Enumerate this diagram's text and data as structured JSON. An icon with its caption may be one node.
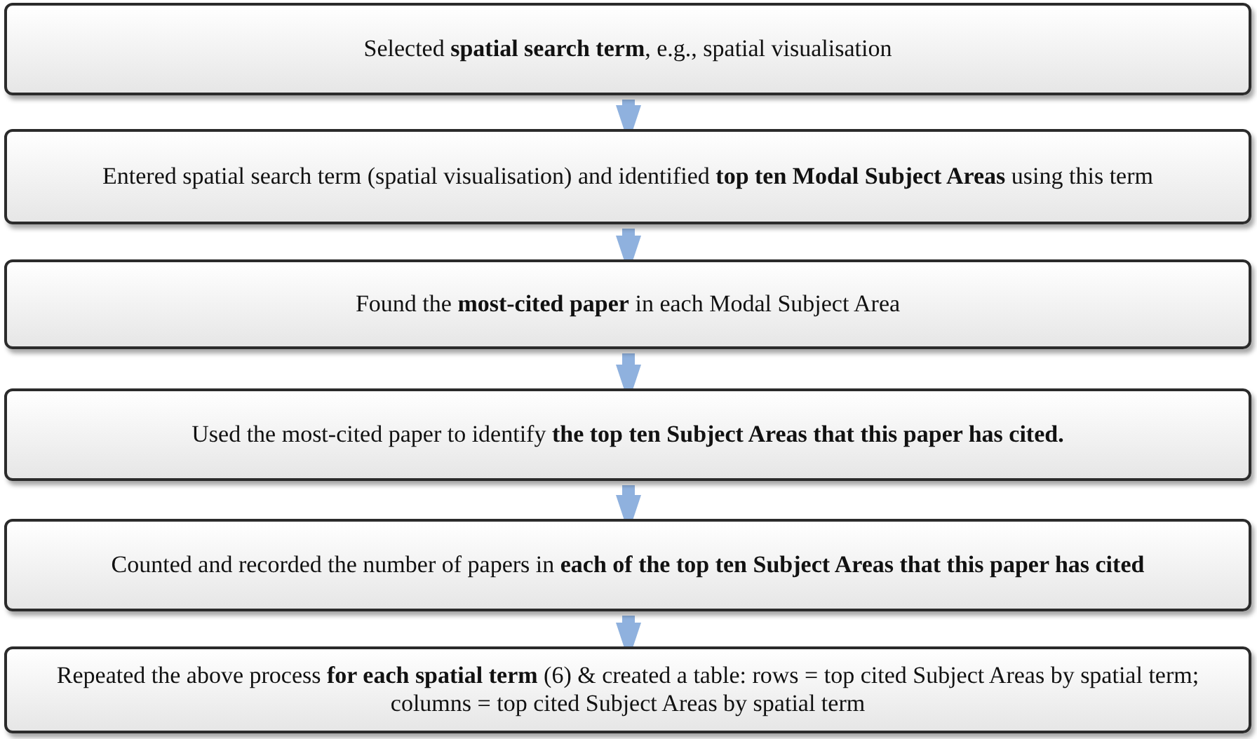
{
  "diagram": {
    "nodes": [
      {
        "text": [
          "Selected **spatial search term**, e.g., spatial visualisation"
        ]
      },
      {
        "text": [
          "Entered spatial search term (spatial visualisation) and identified **top ten Modal Subject Areas** using this term"
        ]
      },
      {
        "text": [
          "Found the **most-cited paper** in each Modal Subject Area"
        ]
      },
      {
        "text": [
          "Used the most-cited paper to identify **the top ten Subject Areas that this paper has cited.**"
        ]
      },
      {
        "text": [
          "Counted and recorded the number of papers in **each of the top ten Subject Areas that this paper has cited**"
        ]
      },
      {
        "text": [
          "Repeated the above process **for each spatial term** (6) & created a table: rows = top cited Subject Areas by spatial term; columns = top cited Subject Areas by spatial term"
        ]
      }
    ],
    "edges": [
      {
        "from": 0,
        "to": 1,
        "arrow": "to"
      },
      {
        "from": 1,
        "to": 2,
        "arrow": "to"
      },
      {
        "from": 2,
        "to": 3,
        "arrow": "to"
      },
      {
        "from": 3,
        "to": 4,
        "arrow": "to"
      },
      {
        "from": 4,
        "to": 5,
        "arrow": "to"
      }
    ]
  }
}
